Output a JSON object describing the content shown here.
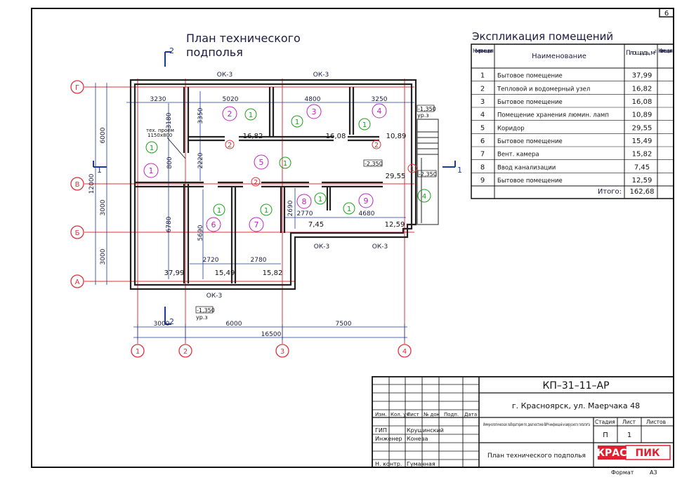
{
  "sheet_number": "6",
  "plan_title_line1": "План технического",
  "plan_title_line2": "подполья",
  "section_mark": "2",
  "section_mark_left": "1",
  "section_mark_right": "1",
  "explication": {
    "title": "Экспликация помещений",
    "headers": {
      "num": "Номер поме-щения",
      "name": "Наименование",
      "area": "Площадь, м²",
      "cat": "Кат. помещения"
    },
    "rows": [
      {
        "num": "1",
        "name": "Бытовое помещение",
        "area": "37,99"
      },
      {
        "num": "2",
        "name": "Тепловой и водомерный узел",
        "area": "16,82"
      },
      {
        "num": "3",
        "name": "Бытовое помещение",
        "area": "16,08"
      },
      {
        "num": "4",
        "name": "Помещение хранения люмин. ламп",
        "area": "10,89"
      },
      {
        "num": "5",
        "name": "Коридор",
        "area": "29,55"
      },
      {
        "num": "6",
        "name": "Бытовое помещение",
        "area": "15,49"
      },
      {
        "num": "7",
        "name": "Вент. камера",
        "area": "15,82"
      },
      {
        "num": "8",
        "name": "Ввод канализации",
        "area": "7,45"
      },
      {
        "num": "9",
        "name": "Бытовое помещение",
        "area": "12,59"
      }
    ],
    "total_label": "Итого:",
    "total_value": "162,68"
  },
  "axes": {
    "rows": [
      "Г",
      "В",
      "Б",
      "А"
    ],
    "cols": [
      "1",
      "2",
      "3",
      "4"
    ]
  },
  "dims": {
    "top": [
      "3230",
      "5020",
      "4800",
      "3250"
    ],
    "bottom": [
      "3000",
      "6000",
      "7500"
    ],
    "total": "16500",
    "left_outer": [
      "6000",
      "3000",
      "3000"
    ],
    "left_total": "12000",
    "inner_v": [
      "3180",
      "800",
      "6780",
      "3350",
      "2220",
      "5690",
      "2690"
    ],
    "inner_h": [
      "2720",
      "2780",
      "2770",
      "4680"
    ]
  },
  "openings": [
    "ОК-3",
    "ОК-3",
    "ОК-3",
    "ОК-3",
    "ОК-3"
  ],
  "room_areas": [
    "16,82",
    "16,08",
    "10,89",
    "29,55",
    "7,45",
    "12,59",
    "37,99",
    "15,49",
    "15,82"
  ],
  "room_numbers": [
    "1",
    "2",
    "3",
    "4",
    "5",
    "6",
    "7",
    "8",
    "9"
  ],
  "category_mark": "1",
  "door_mark": "2",
  "levels": [
    "-1,350",
    "-2,350",
    "-2,350",
    "-1,350"
  ],
  "level_note": "ур.з",
  "hatch_note_line1": "тех. проём",
  "hatch_note_line2": "1150х800",
  "title_block": {
    "code": "КП–31–11–АР",
    "address": "г. Красноярск, ул. Маерчака 48",
    "project": "Иммунологическая лаборатория по диагностике ВИЧ-инфекций и вирусного гепатита",
    "sheet_title": "План технического подполья",
    "col_headers": [
      "Изм.",
      "Кол. уч",
      "Лист",
      "№ док",
      "Подп.",
      "Дата"
    ],
    "roles": [
      "ГИП",
      "Инженер",
      "Н. контр."
    ],
    "names": [
      "Крушинский",
      "Конева",
      "Гуманная"
    ],
    "stage_label": "Стадия",
    "sheet_label": "Лист",
    "sheets_label": "Листов",
    "stage_value": "П",
    "sheet_value": "1",
    "logo_left": "КРАС",
    "logo_right": "ПИК",
    "format_label": "Формат",
    "format_value": "А3"
  }
}
